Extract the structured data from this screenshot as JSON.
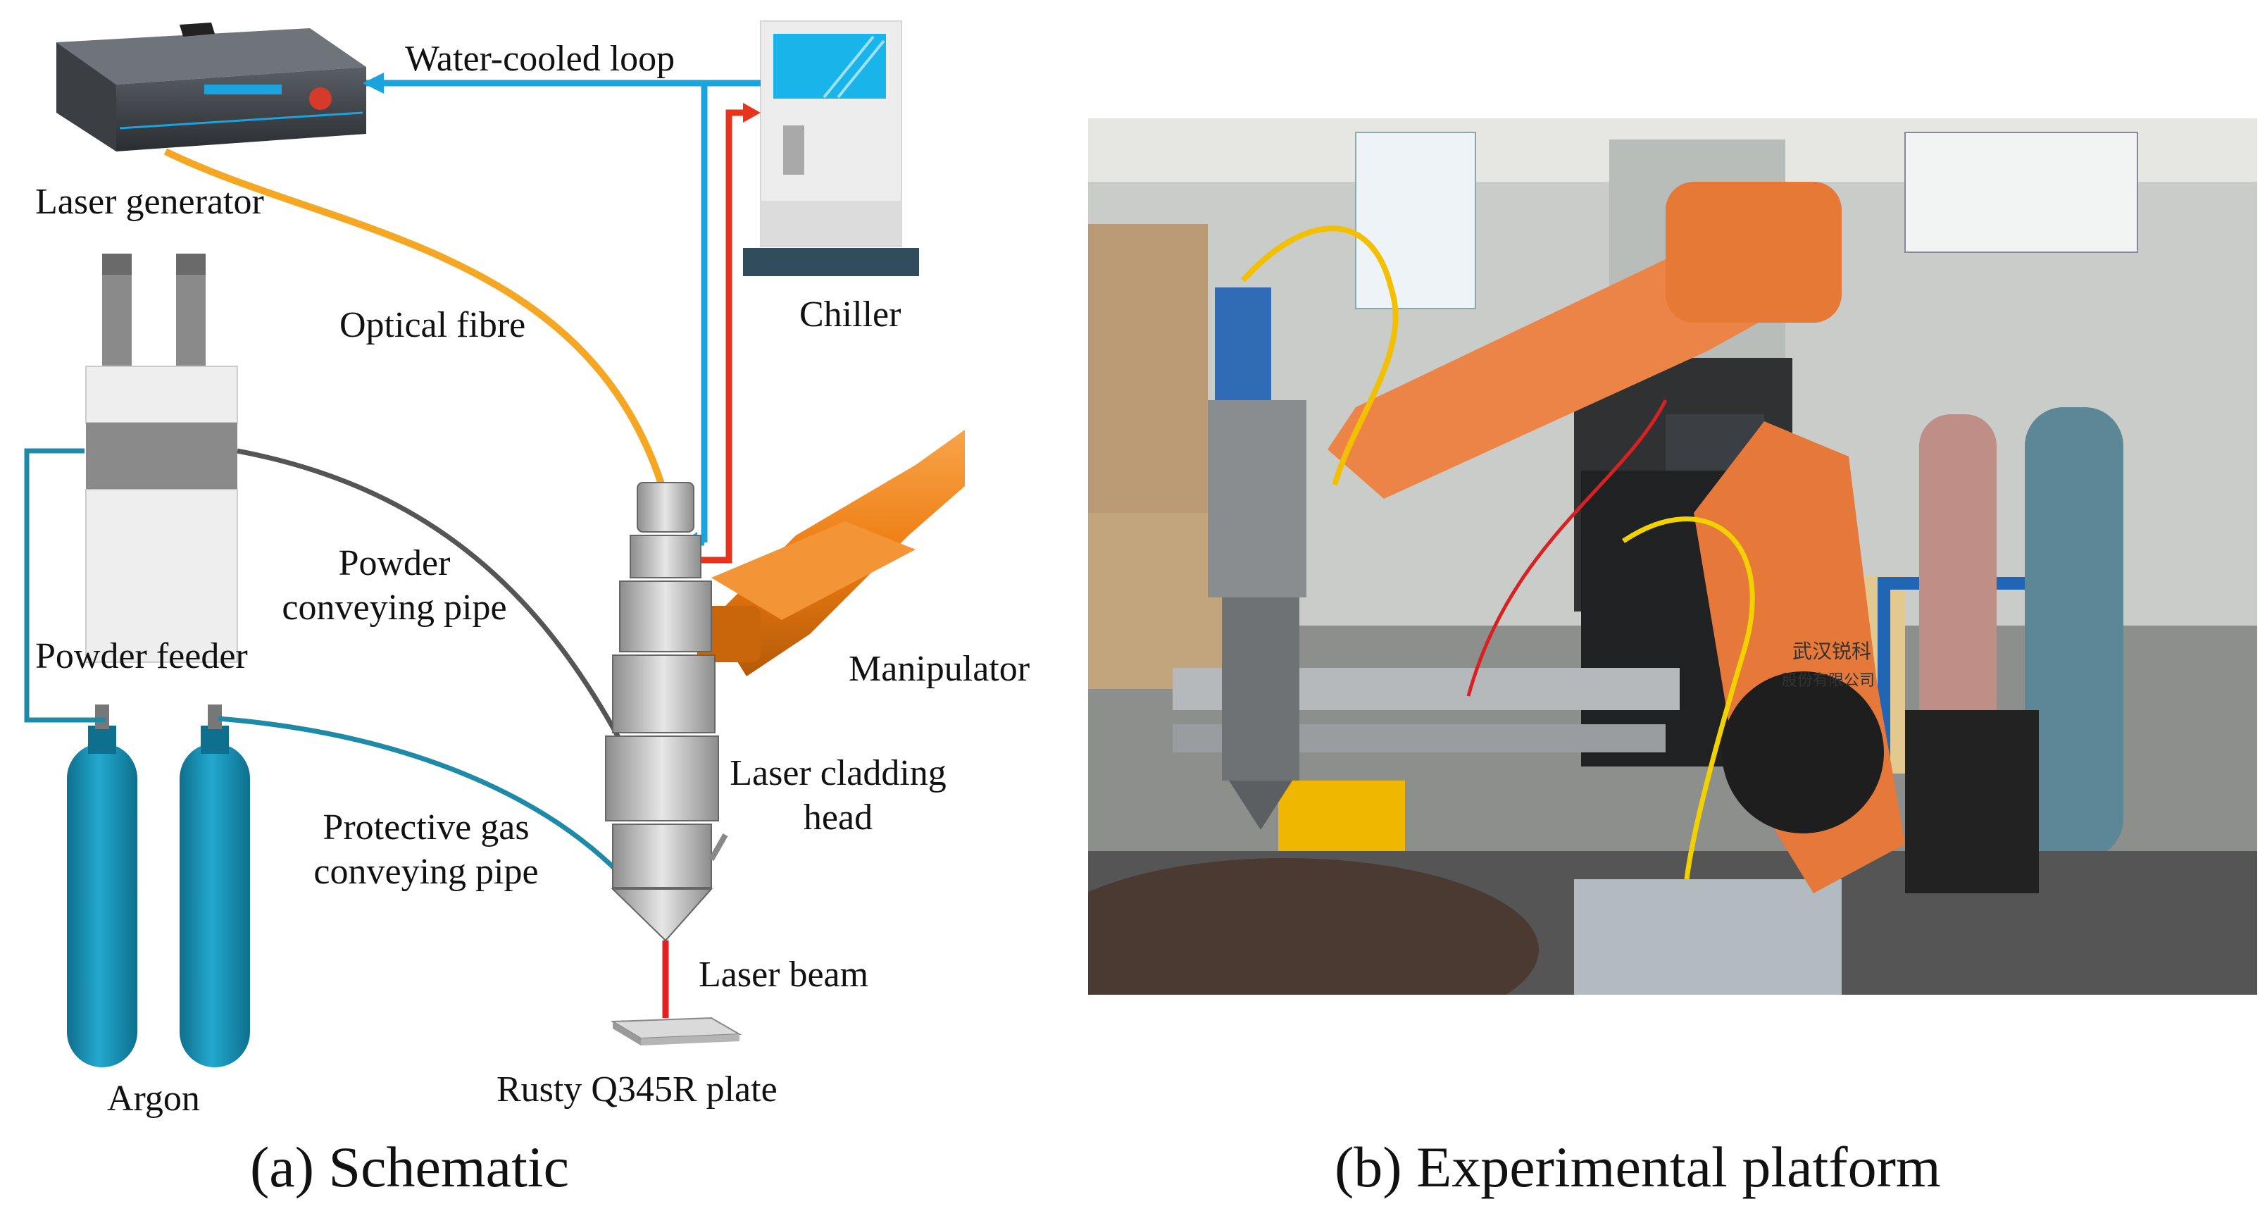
{
  "schematic": {
    "caption": "(a) Schematic",
    "labels": {
      "laser_generator": "Laser generator",
      "water_loop": "Water-cooled loop",
      "chiller": "Chiller",
      "optical_fibre": "Optical fibre",
      "powder_pipe_1": "Powder",
      "powder_pipe_2": "conveying pipe",
      "powder_feeder": "Powder feeder",
      "manipulator": "Manipulator",
      "cladding_head_1": "Laser cladding",
      "cladding_head_2": "head",
      "gas_pipe_1": "Protective gas",
      "gas_pipe_2": "conveying pipe",
      "laser_beam": "Laser beam",
      "argon": "Argon",
      "plate": "Rusty Q345R plate"
    }
  },
  "platform": {
    "caption": "(b) Experimental platform",
    "sign_text": "武汉锐科",
    "sign_text_2": "股份有限公司"
  },
  "colors": {
    "water_loop": "#1aa3dc",
    "water_return": "#e8341c",
    "fibre": "#f5a623",
    "powder_pipe": "#555555",
    "gas_pipe": "#1f8aa8",
    "argon_cylinder": "#1994b8",
    "manipulator": "#ee7d12",
    "laser": "#e32020",
    "chiller_screen": "#19b5ea",
    "chiller_base": "#2f4b5c"
  }
}
